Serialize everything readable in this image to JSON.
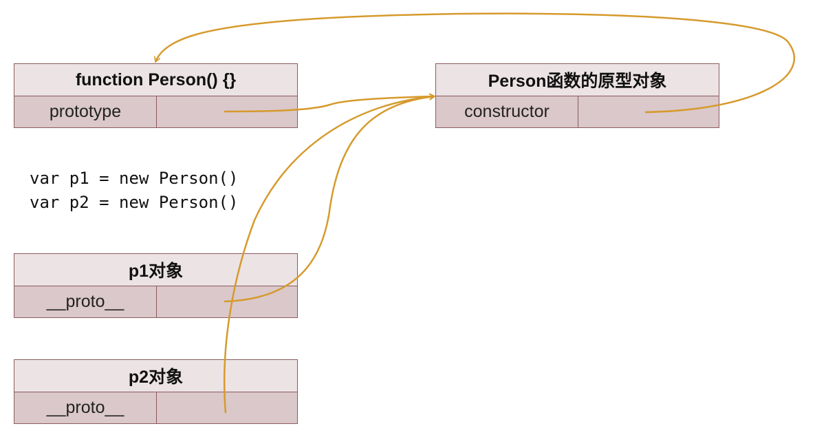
{
  "colors": {
    "arrow": "#d69a2c",
    "border": "#8c5a5e",
    "header_fill": "#ece3e4",
    "row_fill": "#dac8ca"
  },
  "boxes": {
    "person_function": {
      "title": "function Person() {}",
      "field_label": "prototype"
    },
    "person_prototype": {
      "title": "Person函数的原型对象",
      "field_label": "constructor"
    },
    "p1": {
      "title": "p1对象",
      "field_label": "__proto__"
    },
    "p2": {
      "title": "p2对象",
      "field_label": "__proto__"
    }
  },
  "code": {
    "line1": "var p1 = new Person()",
    "line2": "var p2 = new Person()"
  }
}
